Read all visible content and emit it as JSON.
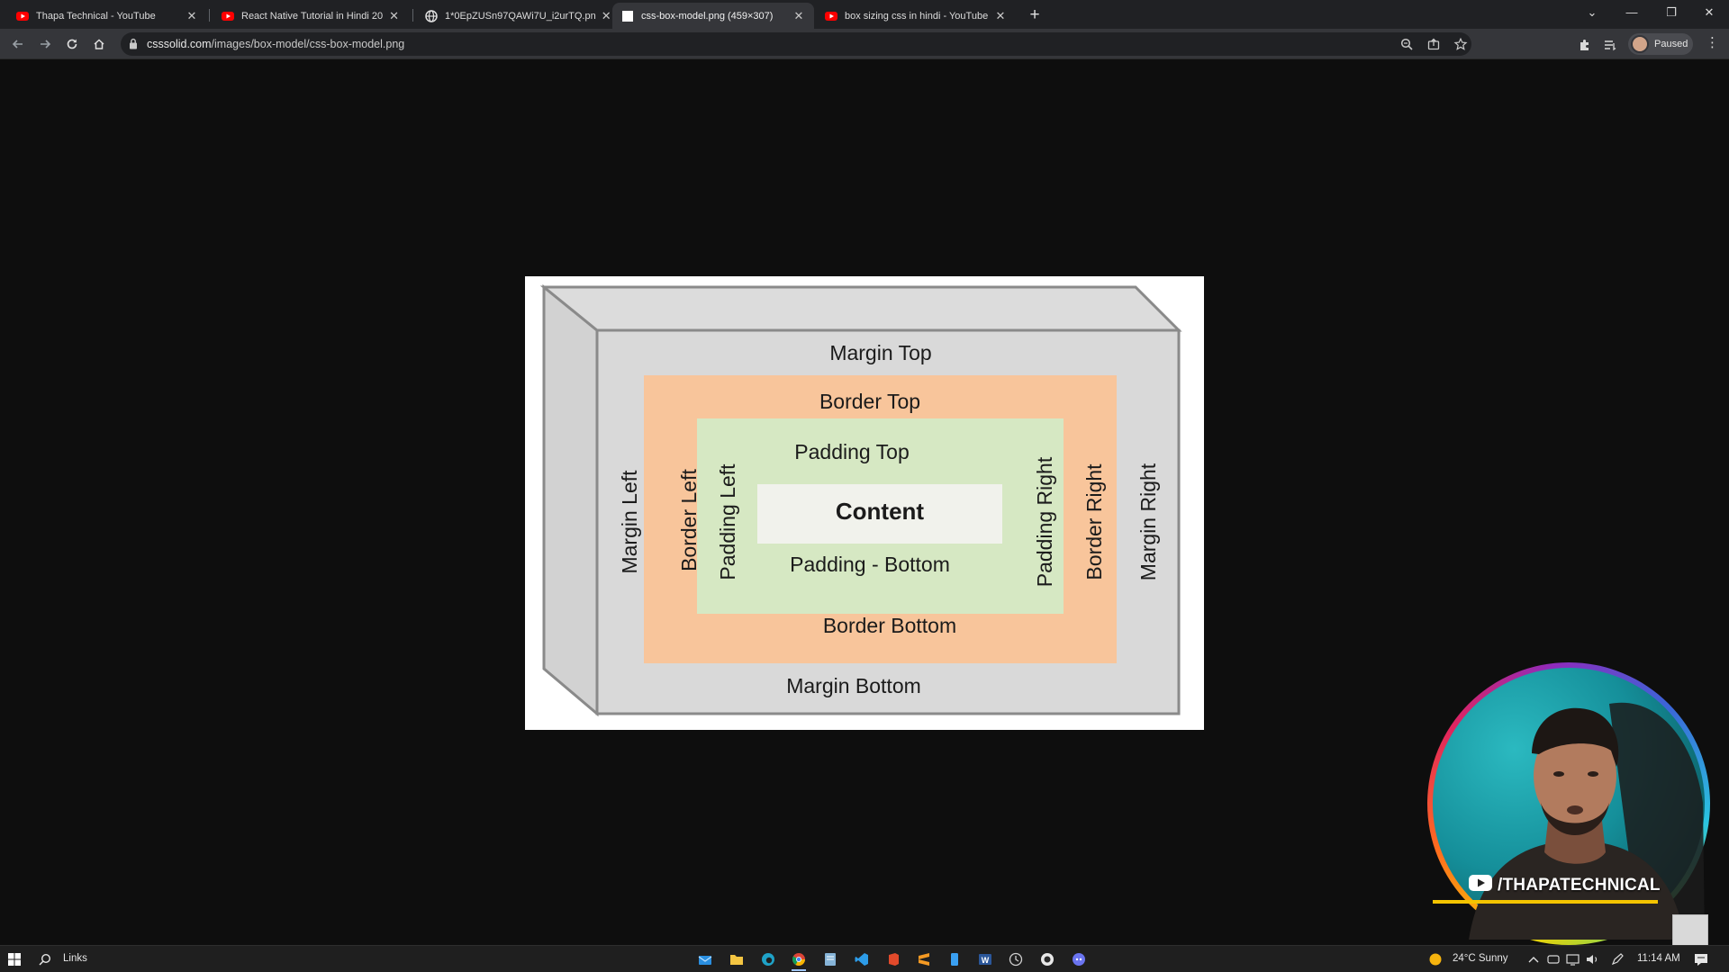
{
  "browser": {
    "tabs": [
      {
        "title": "Thapa Technical - YouTube",
        "favicon": "youtube-icon",
        "active": false
      },
      {
        "title": "React Native Tutorial in Hindi 20",
        "favicon": "youtube-icon",
        "active": false
      },
      {
        "title": "1*0EpZUSn97QAWi7U_i2urTQ.pn",
        "favicon": "globe-icon",
        "active": false
      },
      {
        "title": "css-box-model.png (459×307)",
        "favicon": "image-icon",
        "active": true
      },
      {
        "title": "box sizing css in hindi - YouTube",
        "favicon": "youtube-icon",
        "active": false
      }
    ],
    "url_domain": "csssolid.com",
    "url_path": "/images/box-model/css-box-model.png",
    "profile_status": "Paused"
  },
  "diagram": {
    "margin_top": "Margin Top",
    "border_top": "Border Top",
    "padding_top": "Padding Top",
    "content": "Content",
    "padding_bottom": "Padding - Bottom",
    "border_bottom": "Border Bottom",
    "margin_bottom": "Margin Bottom",
    "margin_left": "Margin Left",
    "border_left": "Border Left",
    "padding_left": "Padding Left",
    "padding_right": "Padding Right",
    "border_right": "Border Right",
    "margin_right": "Margin Right",
    "colors": {
      "margin": "#d9d9d9",
      "border": "#f8c59b",
      "padding": "#d6e8c3",
      "content": "#f1f2ec"
    }
  },
  "webcam": {
    "handle": "/THAPATECHNICAL"
  },
  "taskbar": {
    "search_label": "Links",
    "weather": "24°C  Sunny",
    "time": "11:14 AM"
  }
}
